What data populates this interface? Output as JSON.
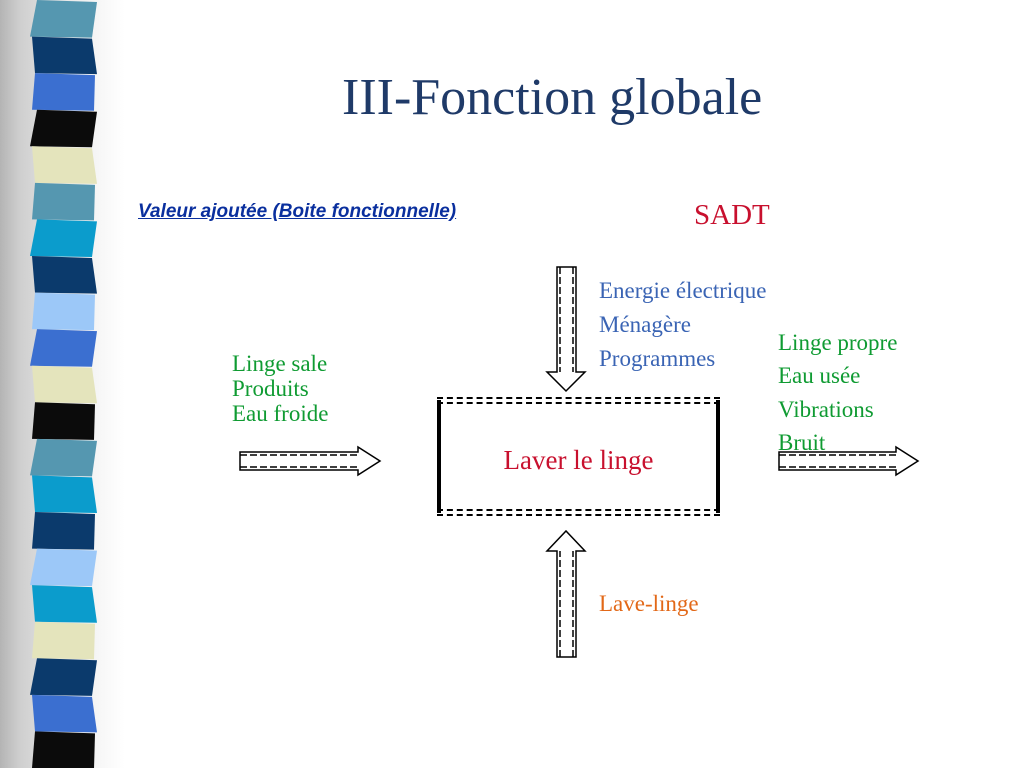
{
  "title": "III-Fonction globale",
  "subtitle_link": "Valeur ajoutée (Boite fonctionnelle)",
  "method": "SADT",
  "diagram": {
    "function": "Laver le linge",
    "inputs": [
      "Linge sale",
      "Produits",
      "Eau froide"
    ],
    "controls": [
      "Energie électrique",
      "Ménagère",
      "Programmes"
    ],
    "outputs": [
      "Linge propre",
      "Eau usée",
      "Vibrations",
      "Bruit"
    ],
    "mechanism": "Lave-linge"
  },
  "colors": {
    "title": "#1f3a68",
    "link": "#0a2f9e",
    "method": "#c8102e",
    "function": "#c8102e",
    "inputs": "#0f9b32",
    "controls": "#3a64b4",
    "outputs": "#0f9b32",
    "mechanism": "#e26818"
  },
  "decor": {
    "stripe_colors": [
      "#5597b0",
      "#0b3a6c",
      "#3b6fd0",
      "#0b0b0b",
      "#e4e4bc",
      "#5597b0",
      "#0b9ccc",
      "#0b3a6c",
      "#9cc8f8",
      "#3b6fd0",
      "#e4e4bc",
      "#0b0b0b",
      "#5597b0",
      "#0b9ccc",
      "#0b3a6c",
      "#9cc8f8",
      "#0b9ccc",
      "#e4e4bc",
      "#0b3a6c",
      "#3b6fd0",
      "#0b0b0b"
    ]
  }
}
